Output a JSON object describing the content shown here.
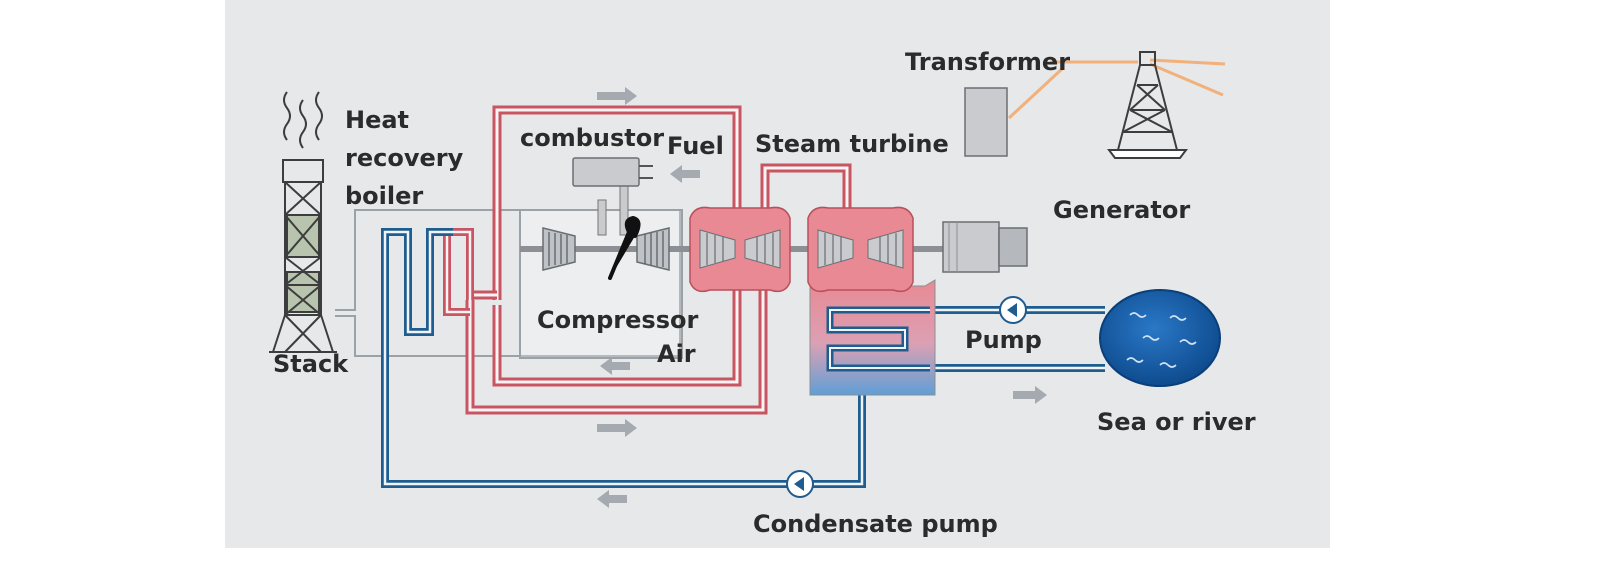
{
  "diagram": {
    "title": "",
    "labels": {
      "transformer": "Transformer",
      "heat_recovery_boiler": [
        "Heat",
        "recovery",
        "boiler"
      ],
      "combustor": "combustor",
      "fuel": "Fuel",
      "steam_turbine": "Steam turbine",
      "generator": "Generator",
      "compressor": "Compressor",
      "air": "Air",
      "stack": "Stack",
      "pump": "Pump",
      "sea_or_river": "Sea or river",
      "condensate_pump": "Condensate pump"
    },
    "colors": {
      "background": "#e6e8ea",
      "steam_line": "#c95462",
      "steam_fill": "#e88993",
      "water_line": "#1f5c8f",
      "water_fill": "#3d82c4",
      "gas_line": "#9aa2a8",
      "machine": "#c9cbce",
      "power_line": "#f2b07a",
      "arrow": "#a4aab0",
      "text": "#2b2b2b"
    }
  }
}
